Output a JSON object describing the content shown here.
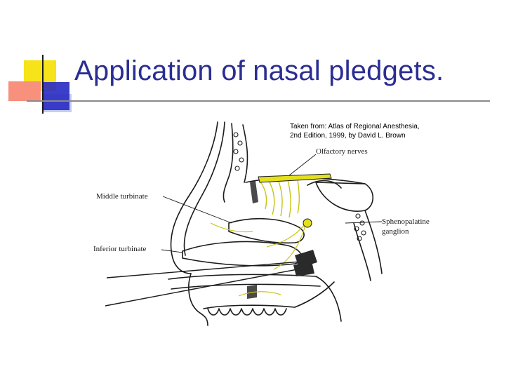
{
  "slide": {
    "title": "Application of nasal pledgets."
  },
  "figure": {
    "credit_line1": "Taken from:  Atlas of Regional Anesthesia,",
    "credit_line2": "2nd Edition, 1999, by David L. Brown",
    "labels": {
      "olfactory": "Olfactory nerves",
      "middle_turbinate": "Middle turbinate",
      "inferior_turbinate": "Inferior turbinate",
      "sphenopalatine_line1": "Sphenopalatine",
      "sphenopalatine_line2": "ganglion"
    }
  },
  "colors": {
    "title": "#2a2e92",
    "nerve_yellow": "#e4e01c",
    "accent_yellow": "#f6e31a",
    "accent_red": "#f7907c",
    "accent_blue": "#2b2fc3",
    "accent_lightblue": "#c5cdf2"
  }
}
